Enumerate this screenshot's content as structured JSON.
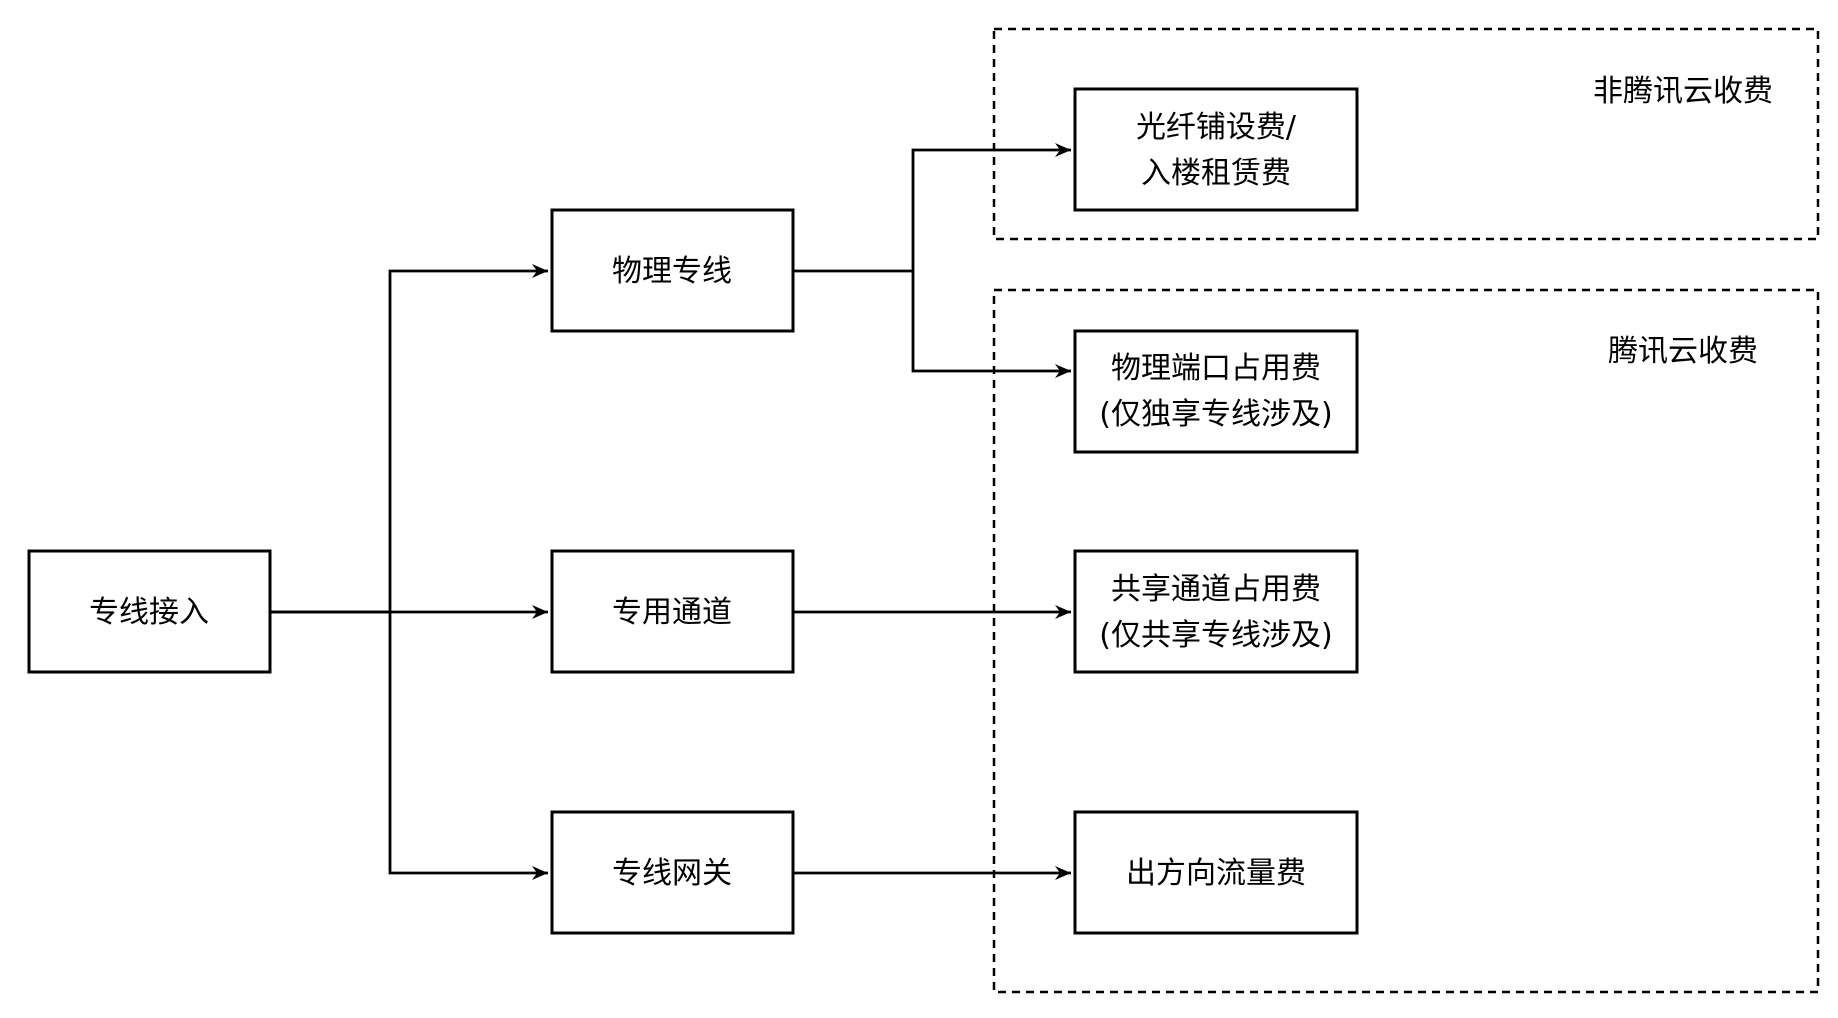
{
  "regions": {
    "non_tencent": {
      "label": "非腾讯云收费"
    },
    "tencent": {
      "label": "腾讯云收费"
    }
  },
  "nodes": {
    "access": {
      "label": "专线接入"
    },
    "physical_line": {
      "label": "物理专线"
    },
    "dedicated_tunnel": {
      "label": "专用通道"
    },
    "dc_gateway": {
      "label": "专线网关"
    },
    "fiber_fee": {
      "line1": "光纤铺设费/",
      "line2": "入楼租赁费"
    },
    "port_fee": {
      "line1": "物理端口占用费",
      "line2": "(仅独享专线涉及)"
    },
    "tunnel_fee": {
      "line1": "共享通道占用费",
      "line2": "(仅共享专线涉及)"
    },
    "traffic_fee": {
      "label": "出方向流量费"
    }
  },
  "edges": [
    {
      "from": "access",
      "to": "physical_line"
    },
    {
      "from": "access",
      "to": "dedicated_tunnel"
    },
    {
      "from": "access",
      "to": "dc_gateway"
    },
    {
      "from": "physical_line",
      "to": "fiber_fee"
    },
    {
      "from": "physical_line",
      "to": "port_fee"
    },
    {
      "from": "dedicated_tunnel",
      "to": "tunnel_fee"
    },
    {
      "from": "dc_gateway",
      "to": "traffic_fee"
    }
  ]
}
